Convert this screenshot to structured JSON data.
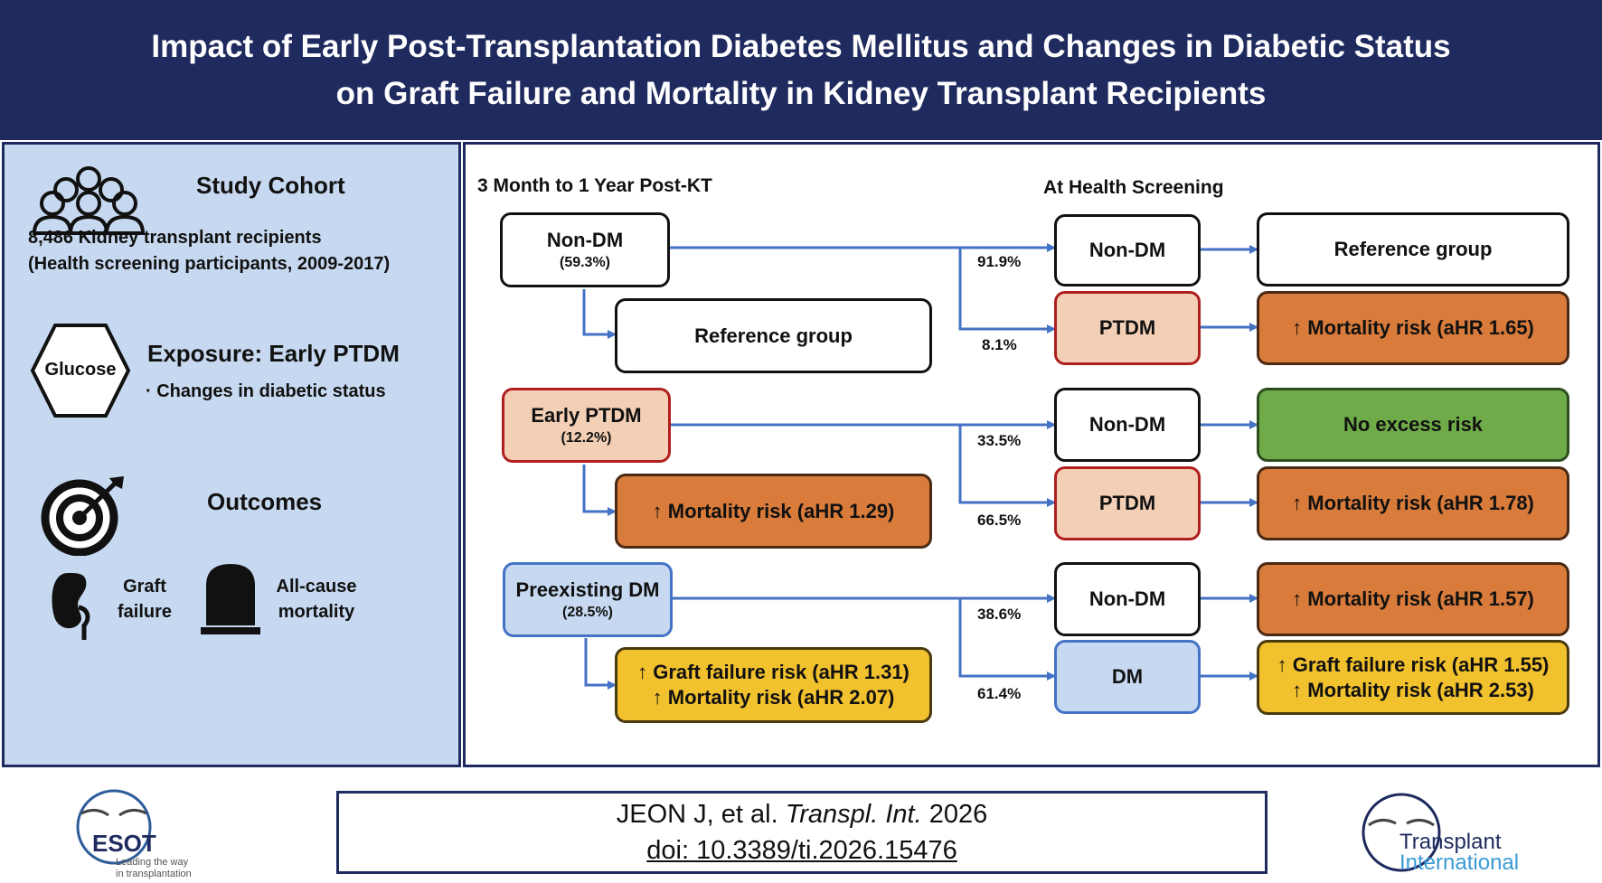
{
  "header": {
    "title_line1": "Impact of Early Post-Transplantation Diabetes Mellitus and Changes in Diabetic Status",
    "title_line2": "on Graft Failure and Mortality in Kidney Transplant Recipients"
  },
  "left": {
    "cohort_title": "Study Cohort",
    "cohort_line1": "8,486 Kidney transplant recipients",
    "cohort_line2": "(Health screening participants, 2009-2017)",
    "glucose_label": "Glucose",
    "exposure_title": "Exposure: Early PTDM",
    "exposure_sub": "· Changes in diabetic status",
    "outcomes_title": "Outcomes",
    "graft_label_1": "Graft",
    "graft_label_2": "failure",
    "mortality_label_1": "All-cause",
    "mortality_label_2": "mortality"
  },
  "flow": {
    "col1_header": "3 Month to 1 Year Post-KT",
    "col2_header": "At Health Screening",
    "rows": [
      {
        "start": {
          "label": "Non-DM",
          "pct": "(59.3%)"
        },
        "direct_outcome": "Reference group",
        "top": {
          "pct": "91.9%",
          "status": "Non-DM",
          "outcome": "Reference group"
        },
        "bottom": {
          "pct": "8.1%",
          "status": "PTDM",
          "outcome": "↑ Mortality risk (aHR 1.65)"
        }
      },
      {
        "start": {
          "label": "Early PTDM",
          "pct": "(12.2%)"
        },
        "direct_outcome": "↑ Mortality risk (aHR 1.29)",
        "top": {
          "pct": "33.5%",
          "status": "Non-DM",
          "outcome": "No excess risk"
        },
        "bottom": {
          "pct": "66.5%",
          "status": "PTDM",
          "outcome": "↑ Mortality risk (aHR 1.78)"
        }
      },
      {
        "start": {
          "label": "Preexisting DM",
          "pct": "(28.5%)"
        },
        "direct_outcome_1": "↑ Graft failure risk (aHR 1.31)",
        "direct_outcome_2": "↑ Mortality risk (aHR 2.07)",
        "top": {
          "pct": "38.6%",
          "status": "Non-DM",
          "outcome": "↑ Mortality risk (aHR 1.57)"
        },
        "bottom": {
          "pct": "61.4%",
          "status": "DM",
          "outcome_1": "↑ Graft failure risk (aHR 1.55)",
          "outcome_2": "↑ Mortality risk (aHR 2.53)"
        }
      }
    ]
  },
  "footer": {
    "citation_authors": "JEON J, et al. ",
    "citation_journal": "Transpl. Int.",
    "citation_year": " 2026",
    "doi": "doi: 10.3389/ti.2026.15476",
    "esot_logo": "ESOT",
    "esot_tagline_1": "Leading the way",
    "esot_tagline_2": "in transplantation",
    "ti_logo_1": "Transplant",
    "ti_logo_2": "International"
  },
  "colors": {
    "navy": "#1f2a5e",
    "light_blue": "#c7d9f0",
    "peach": "#f2cfb5",
    "orange": "#d97b3a",
    "green": "#6fab48",
    "yellow": "#f2c12e",
    "arrow_blue": "#4472c4"
  },
  "icons": [
    "people-group-icon",
    "hexagon-icon",
    "target-icon",
    "kidney-icon",
    "tombstone-icon",
    "esot-logo-icon",
    "transplant-international-logo-icon"
  ]
}
